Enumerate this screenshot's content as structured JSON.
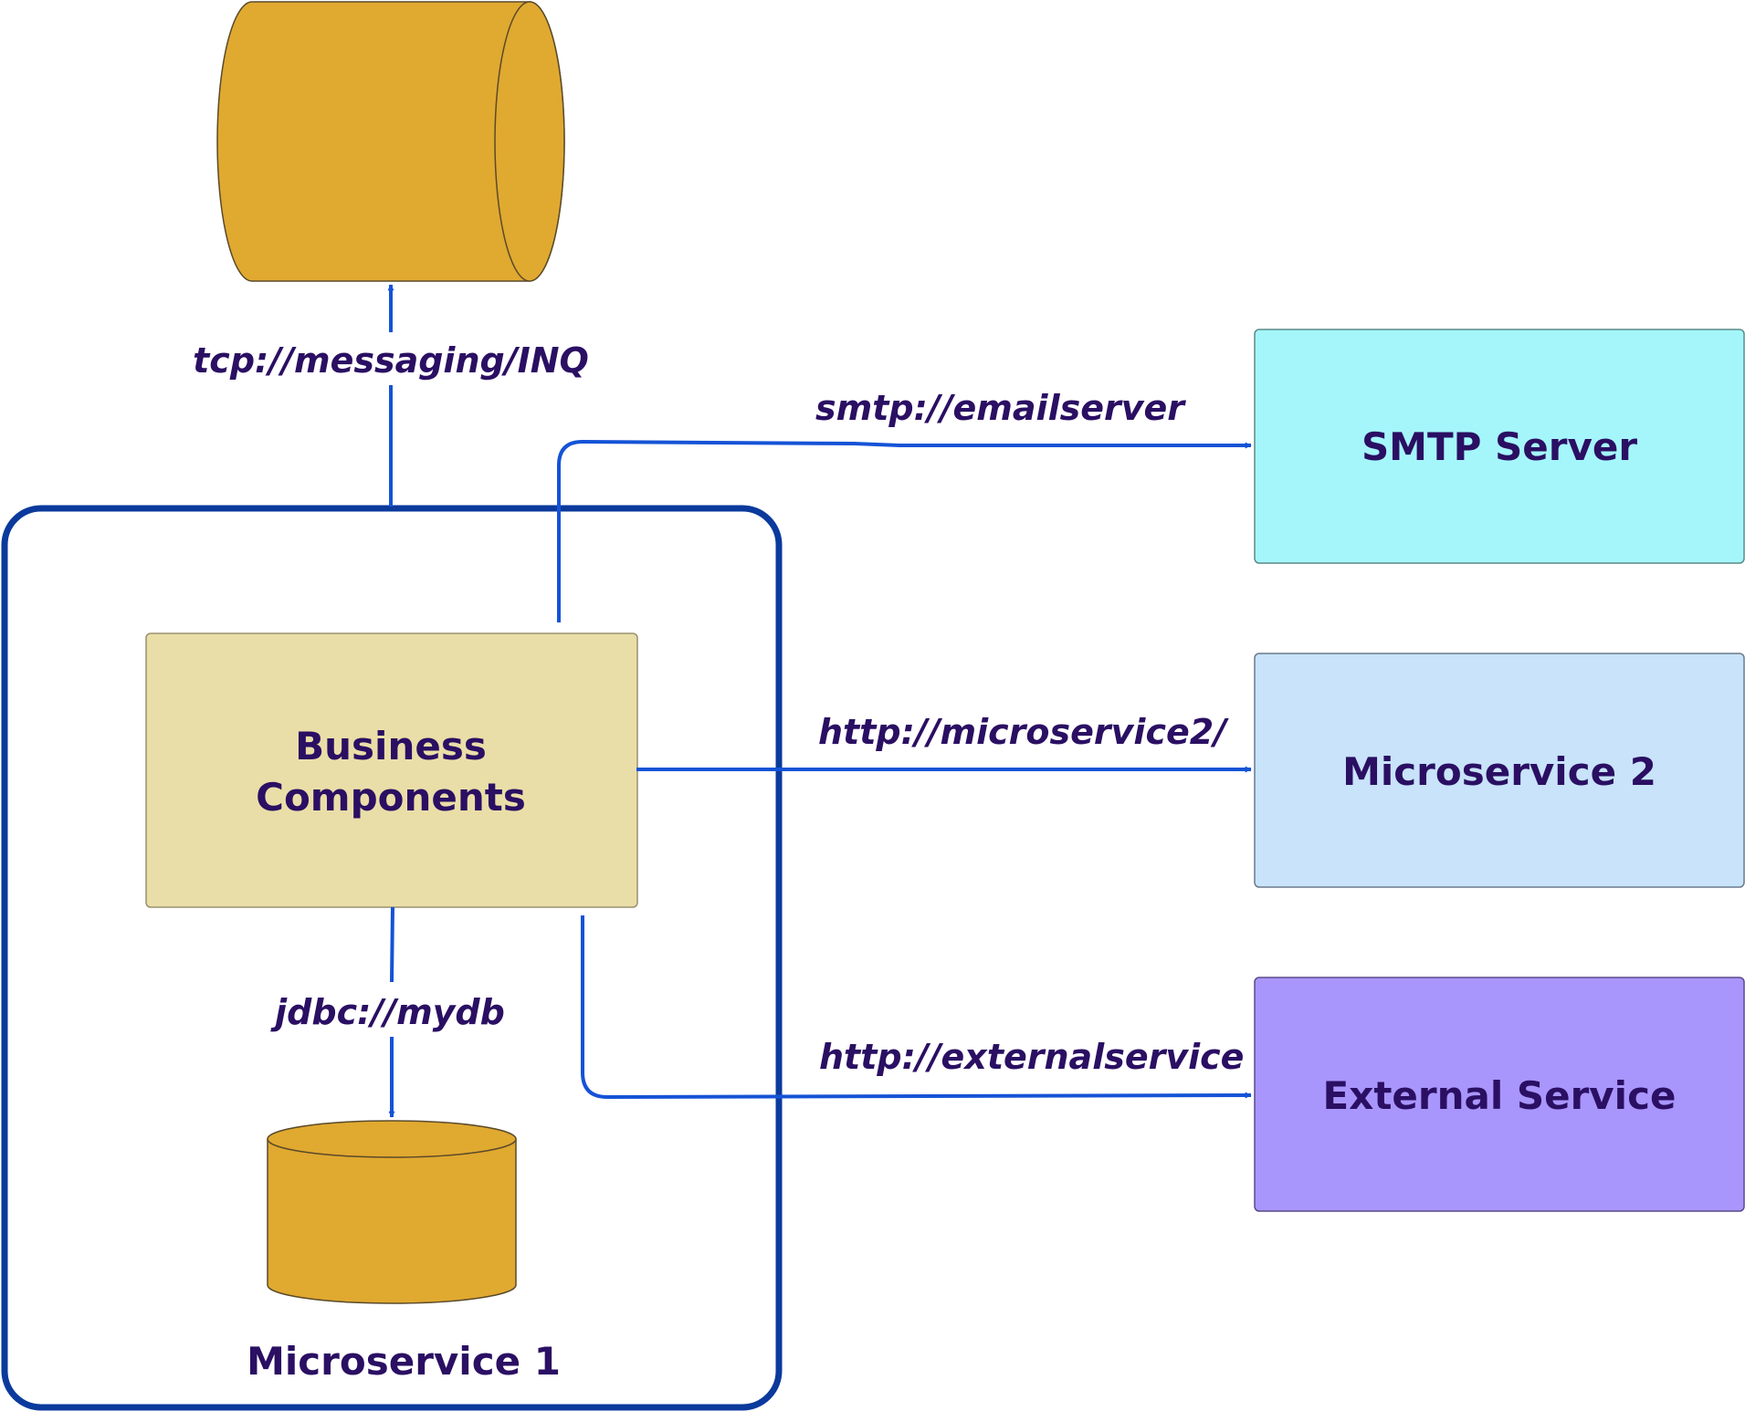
{
  "colors": {
    "edge": "#1553d6",
    "text": "#2a0f63",
    "container_border": "#0b3a9c",
    "queue_fill": "#e0a930",
    "database_fill": "#e0a930",
    "business_components_fill": "#eadea8",
    "smtp_server_fill": "#a5f6fb",
    "microservice2_fill": "#c8e3fa",
    "external_service_fill": "#a996fc"
  },
  "nodes": {
    "microservice1": {
      "label": "Microservice 1",
      "shape": "rounded-rectangle-container"
    },
    "business_components": {
      "label_line1": "Business",
      "label_line2": "Components",
      "shape": "rectangle"
    },
    "message_queue": {
      "label": "",
      "shape": "horizontal-cylinder"
    },
    "database": {
      "label": "",
      "shape": "vertical-cylinder"
    },
    "smtp_server": {
      "label": "SMTP Server",
      "shape": "rectangle"
    },
    "microservice2": {
      "label": "Microservice 2",
      "shape": "rectangle"
    },
    "external_service": {
      "label": "External Service",
      "shape": "rectangle"
    }
  },
  "edges": [
    {
      "from": "microservice1",
      "to": "message_queue",
      "label": "tcp://messaging/INQ"
    },
    {
      "from": "business_components",
      "to": "smtp_server",
      "label": "smtp://emailserver"
    },
    {
      "from": "business_components",
      "to": "microservice2",
      "label": "http://microservice2/"
    },
    {
      "from": "business_components",
      "to": "external_service",
      "label": "http://externalservice"
    },
    {
      "from": "business_components",
      "to": "database",
      "label": "jdbc://mydb"
    }
  ]
}
